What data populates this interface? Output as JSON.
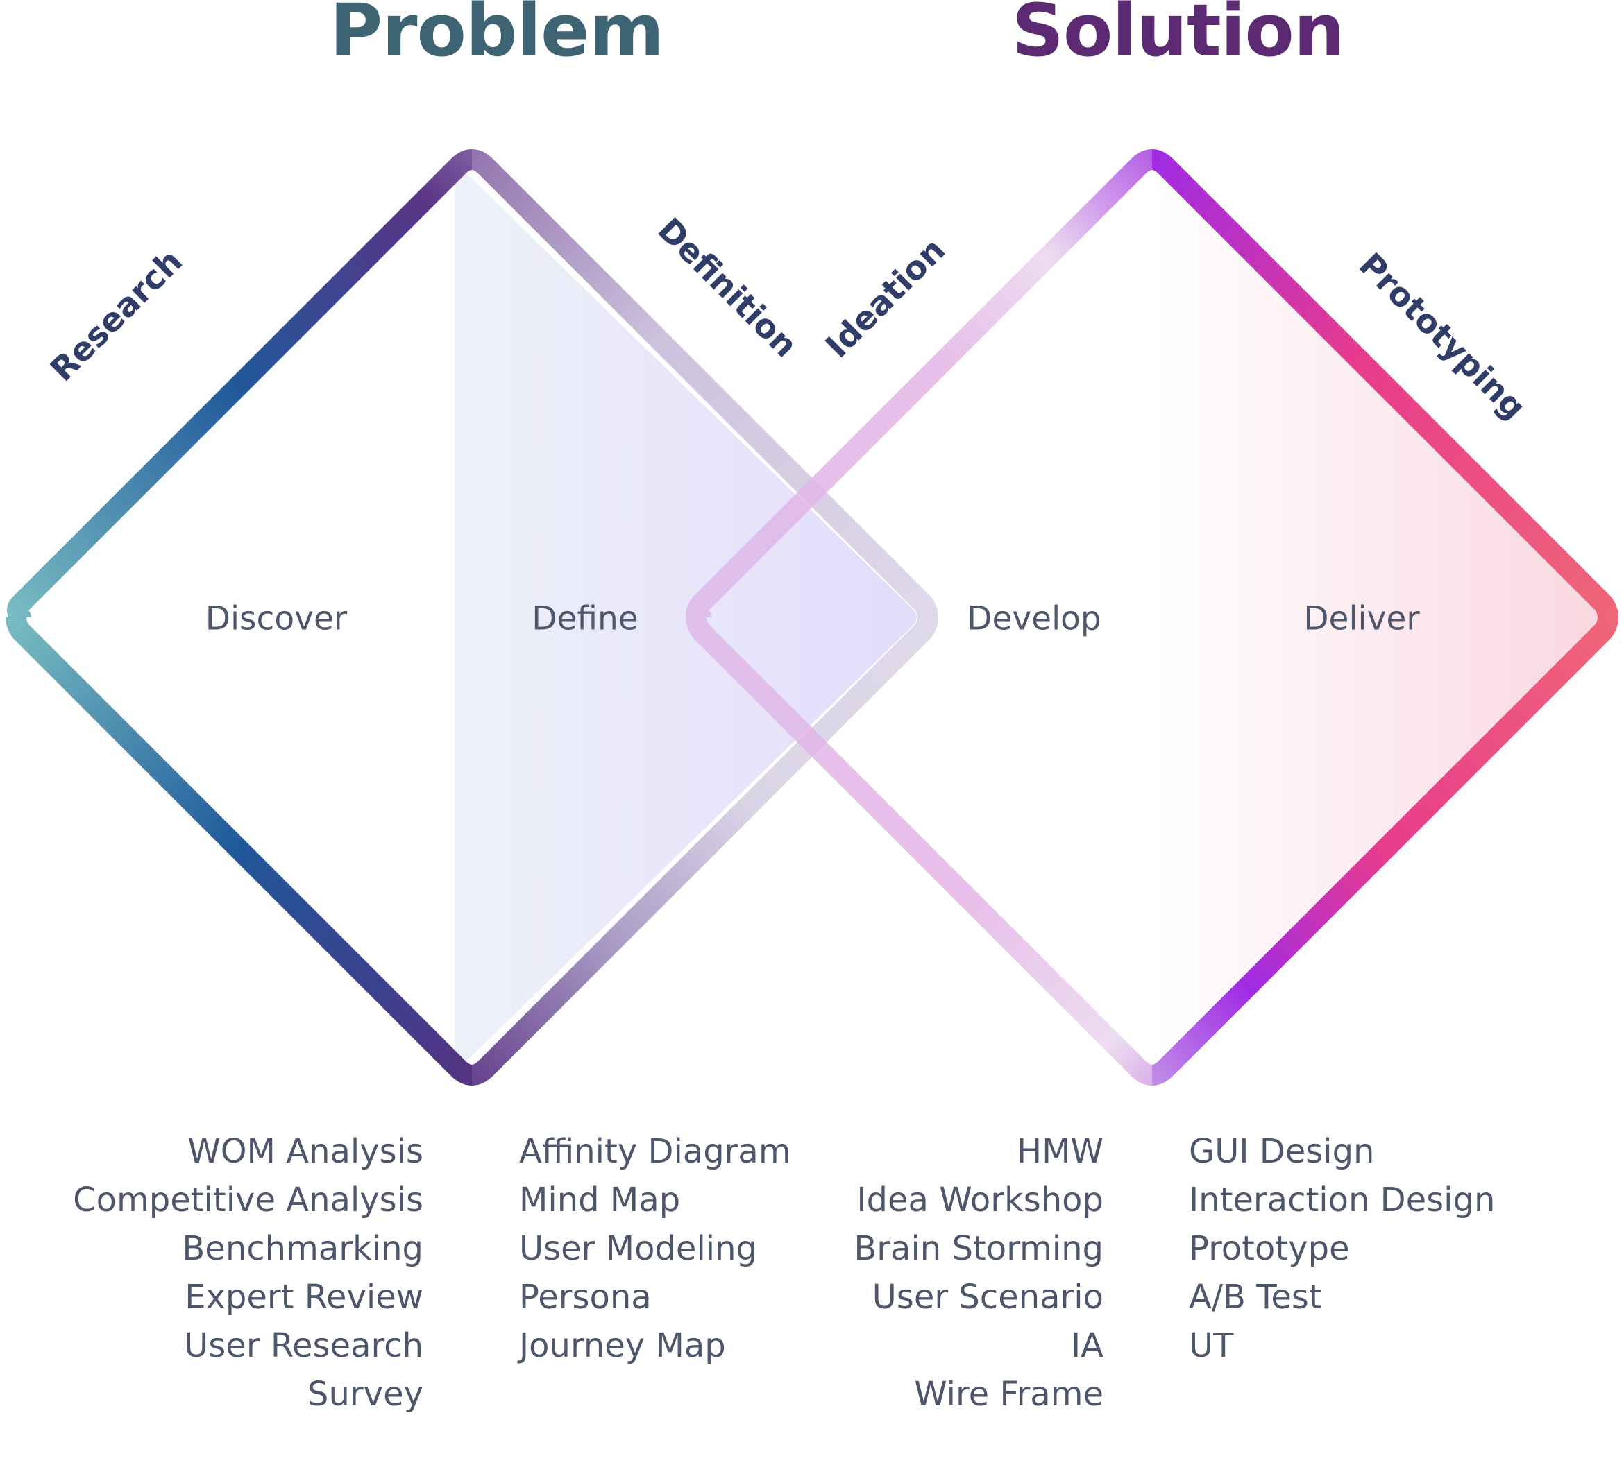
{
  "headers": {
    "problem": "Problem",
    "solution": "Solution"
  },
  "stages": {
    "research": "Research",
    "definition": "Definition",
    "ideation": "Ideation",
    "prototyping": "Prototyping"
  },
  "phases": {
    "discover": "Discover",
    "define": "Define",
    "develop": "Develop",
    "deliver": "Deliver"
  },
  "methods": {
    "discover": [
      "WOM Analysis",
      "Competitive Analysis",
      "Benchmarking",
      "Expert Review",
      "User Research",
      "Survey"
    ],
    "define": [
      "Affinity Diagram",
      "Mind Map",
      "User Modeling",
      "Persona",
      "Journey Map"
    ],
    "develop": [
      "HMW",
      "Idea Workshop",
      "Brain Storming",
      "User Scenario",
      "IA",
      "Wire Frame"
    ],
    "deliver": [
      "GUI Design",
      "Interaction Design",
      "Prototype",
      "A/B Test",
      "UT"
    ]
  },
  "colors": {
    "problem_title": "#3e6473",
    "solution_title": "#5b2a72",
    "text": "#4e566c",
    "stage_text": "#313d69",
    "left_diamond_teal": "#78bcc2",
    "left_diamond_blue": "#20579a",
    "left_diamond_purple": "#5a3485",
    "right_diamond_violet": "#a02be4",
    "right_diamond_pink": "#e83b8c",
    "right_diamond_coral": "#ef6678",
    "right_diamond_lilac": "#e2b4e8"
  }
}
